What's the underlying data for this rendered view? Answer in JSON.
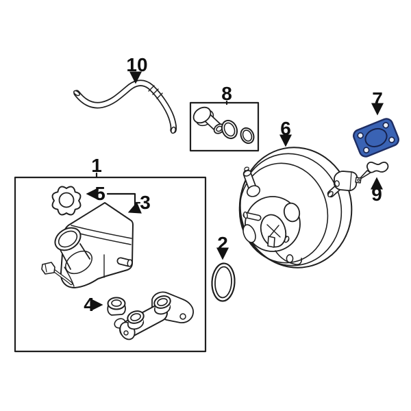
{
  "diagram": {
    "title": "Exploded parts diagram - brake master cylinder, reservoir and power brake booster",
    "background_color": "#ffffff",
    "line_color": "#1f1f1f",
    "highlight_fill": "#3a63b4",
    "highlight_stroke": "#1e2d62"
  },
  "callouts": [
    {
      "number": "1",
      "part": "master-cylinder-assembly-box"
    },
    {
      "number": "2",
      "part": "reservoir-o-ring"
    },
    {
      "number": "3",
      "part": "reservoir-tank"
    },
    {
      "number": "4",
      "part": "reservoir-grommet"
    },
    {
      "number": "5",
      "part": "reservoir-cap"
    },
    {
      "number": "6",
      "part": "power-brake-booster"
    },
    {
      "number": "7",
      "part": "booster-gasket-highlighted"
    },
    {
      "number": "8",
      "part": "hose-fitting-kit-box"
    },
    {
      "number": "9",
      "part": "pushrod-clip"
    },
    {
      "number": "10",
      "part": "vacuum-hose"
    }
  ]
}
